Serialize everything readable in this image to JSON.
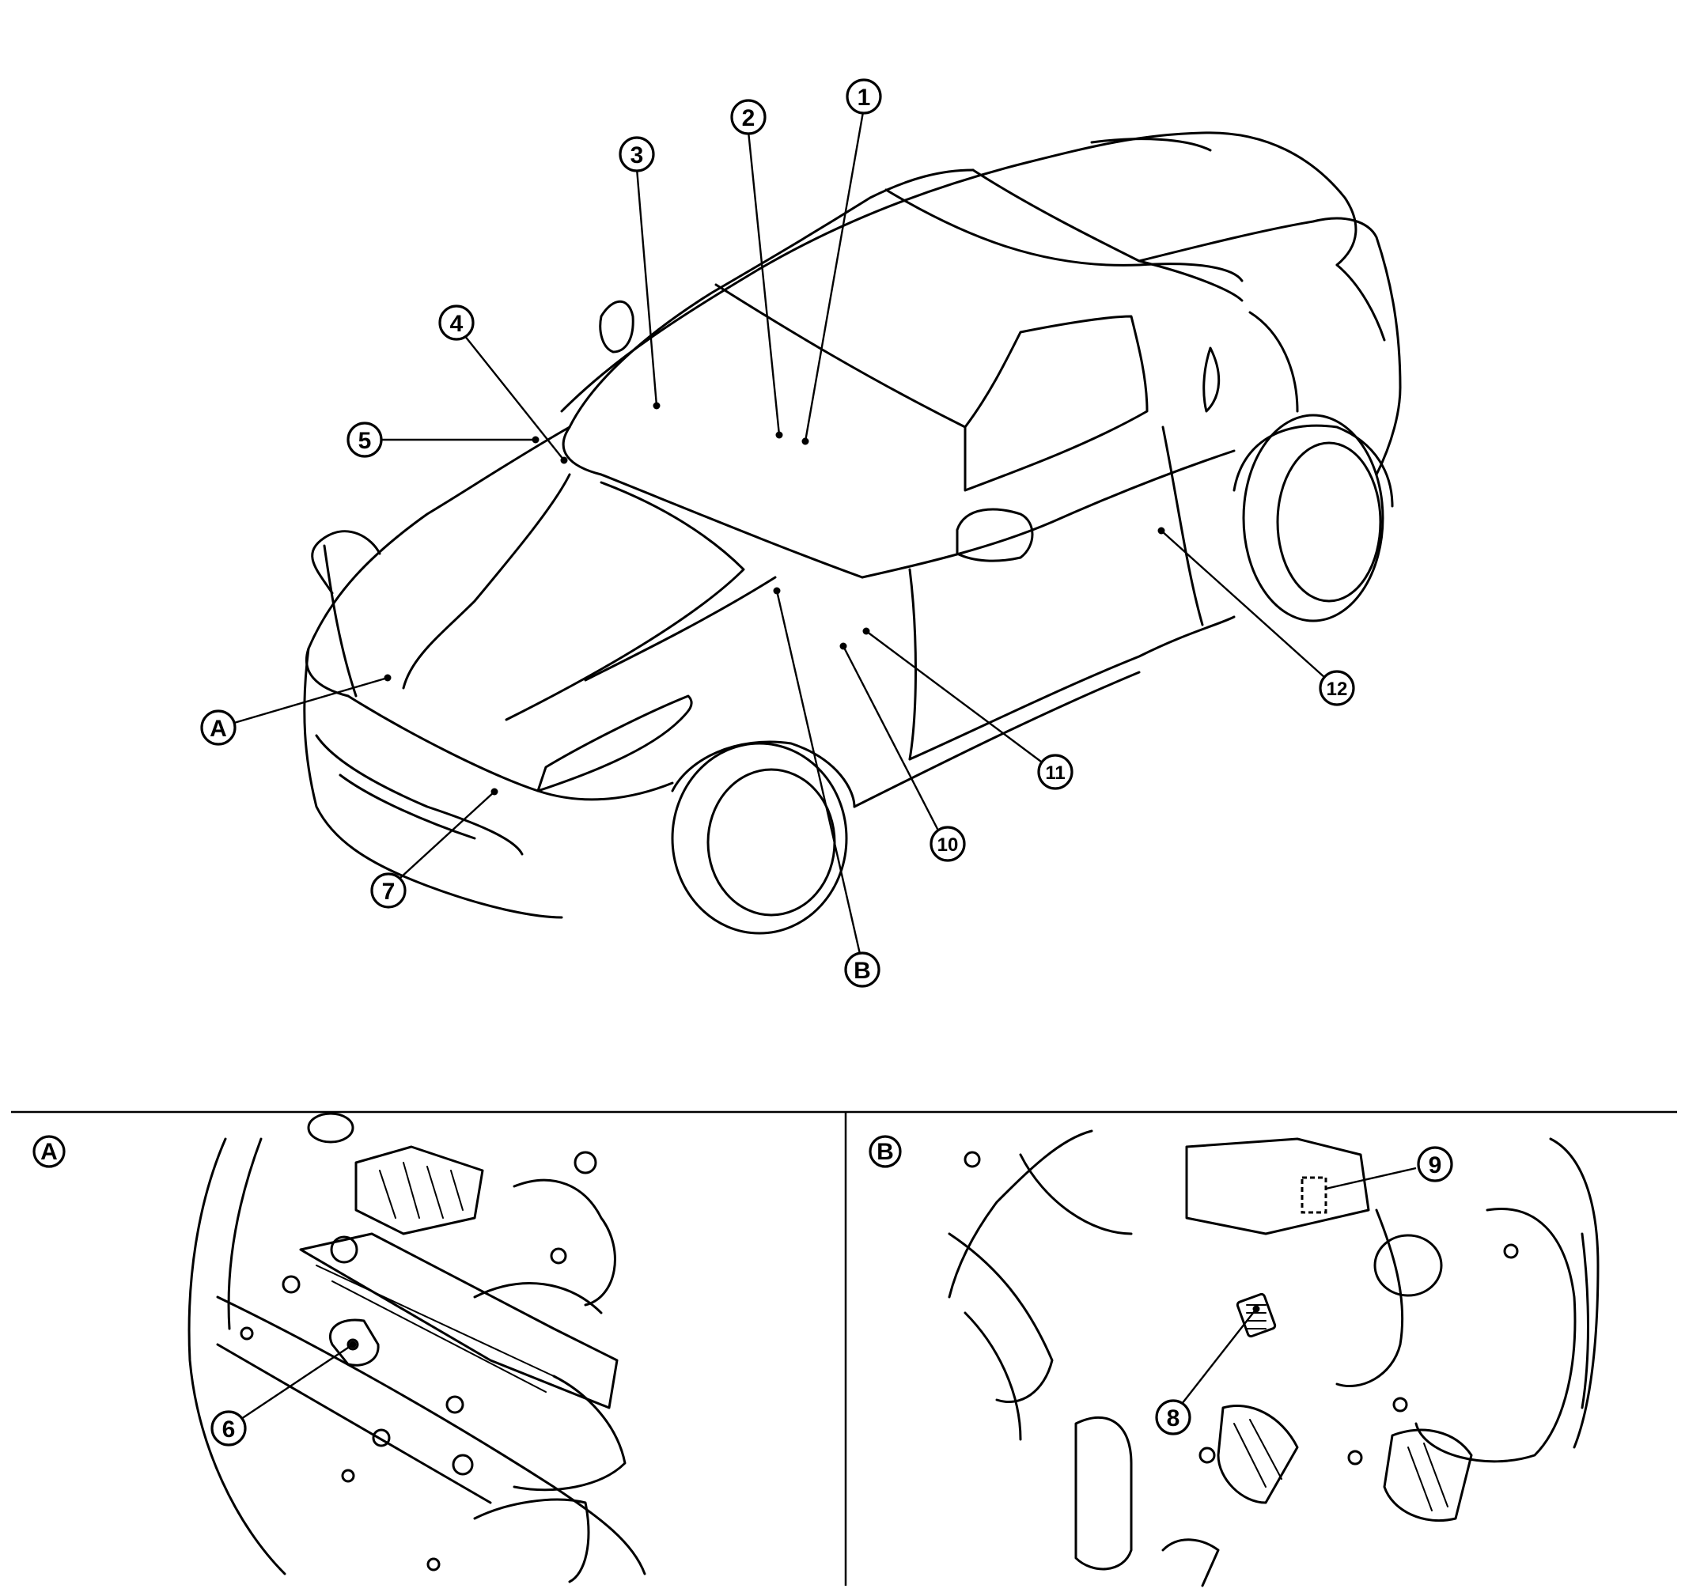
{
  "callouts": {
    "c1": "1",
    "c2": "2",
    "c3": "3",
    "c4": "4",
    "c5": "5",
    "c6": "6",
    "c7": "7",
    "c8": "8",
    "c9": "9",
    "c10": "10",
    "c11": "11",
    "c12": "12",
    "cA": "A",
    "cB": "B"
  },
  "panels": {
    "a_label": "A",
    "b_label": "B"
  }
}
